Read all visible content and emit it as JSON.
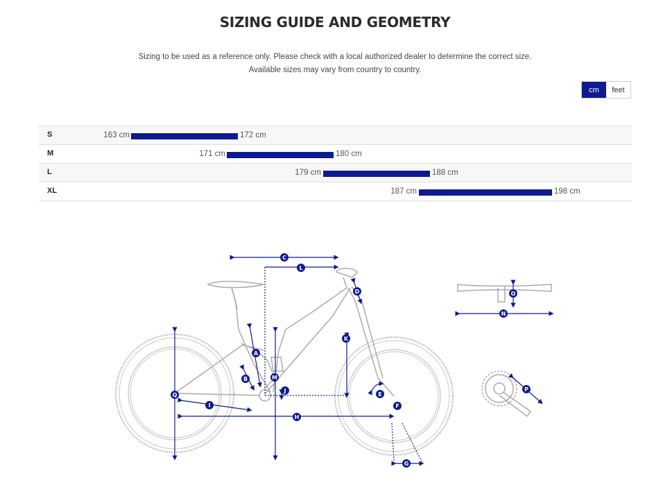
{
  "page": {
    "title": "SIZING GUIDE AND GEOMETRY",
    "subtitle_line1": "Sizing to be used as a reference only. Please check with a local authorized dealer to determine the correct size.",
    "subtitle_line2": "Available sizes may vary from country to country."
  },
  "unit_toggle": {
    "options": [
      "cm",
      "feet"
    ],
    "selected": "cm"
  },
  "sizes": [
    {
      "label": "S",
      "min_label": "163 cm",
      "max_label": "172 cm",
      "min": 163,
      "max": 172
    },
    {
      "label": "M",
      "min_label": "171 cm",
      "max_label": "180 cm",
      "min": 171,
      "max": 180
    },
    {
      "label": "L",
      "min_label": "179 cm",
      "max_label": "188 cm",
      "min": 179,
      "max": 188
    },
    {
      "label": "XL",
      "min_label": "187 cm",
      "max_label": "198 cm",
      "min": 187,
      "max": 198
    }
  ],
  "geometry_markers": [
    "A",
    "B",
    "C",
    "D",
    "E",
    "F",
    "G",
    "H",
    "I",
    "J",
    "K",
    "L",
    "M",
    "N",
    "O",
    "P",
    "Q"
  ],
  "colors": {
    "accent": "#0e1a8f",
    "line": "#b0b0b0",
    "row_alt": "#f7f7f7"
  }
}
